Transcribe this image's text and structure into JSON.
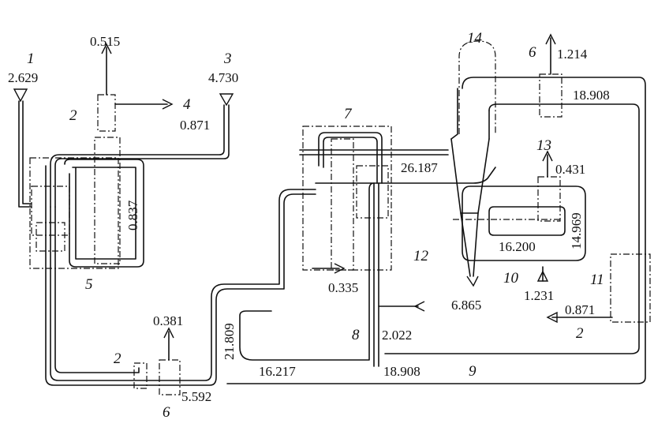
{
  "labels": {
    "n1": "1",
    "v2629": "2.629",
    "n3": "3",
    "v4730": "4.730",
    "v0515": "0.515",
    "n4": "4",
    "v0871a": "0.871",
    "n2a": "2",
    "v0837": "0.837",
    "n5": "5",
    "n7": "7",
    "v26187": "26.187",
    "n14": "14",
    "n6a": "6",
    "v1214": "1.214",
    "v18908a": "18.908",
    "n13": "13",
    "v0431": "0.431",
    "v14969": "14.969",
    "v16200": "16.200",
    "n12": "12",
    "n10": "10",
    "v1231": "1.231",
    "n11": "11",
    "v0871b": "0.871",
    "n2b": "2",
    "v0335": "0.335",
    "v6865": "6.865",
    "v0381": "0.381",
    "v21809": "21.809",
    "n8": "8",
    "v2022": "2.022",
    "n2c": "2",
    "v5592": "5.592",
    "n6b": "6",
    "v16217": "16.217",
    "v18908b": "18.908",
    "n9": "9"
  }
}
